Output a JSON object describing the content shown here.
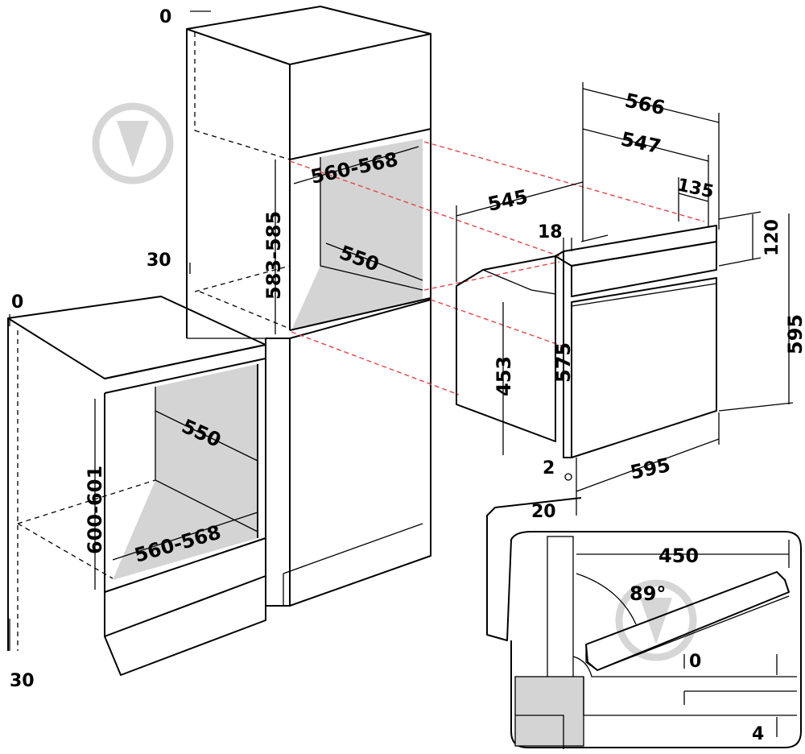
{
  "diagram": {
    "dimensions": {
      "top_gap_tall": "0",
      "tall_cabinet_side": "30",
      "niche_width_tall": "560-568",
      "niche_height_tall": "583-585",
      "niche_depth_tall": "550",
      "base_gap": "0",
      "base_side": "30",
      "niche_depth_base": "550",
      "niche_height_base": "600-601",
      "niche_width_base": "560-568",
      "oven_depth_total": "566",
      "oven_depth_body": "547",
      "panel_depth": "135",
      "oven_width_depth": "545",
      "panel_height": "120",
      "oven_height": "595",
      "front_offset": "18",
      "body_height": "453",
      "front_height": "575",
      "oven_width": "595",
      "bottom_gap": "2",
      "door_thickness": "20",
      "door_open_depth": "450",
      "door_angle": "89°",
      "door_gap_top": "0",
      "door_gap_bottom": "4"
    },
    "colors": {
      "line": "#000000",
      "guide": "#e0474c",
      "cavity_fill": "#d4d4d4",
      "watermark": "#d6d6d6"
    }
  }
}
